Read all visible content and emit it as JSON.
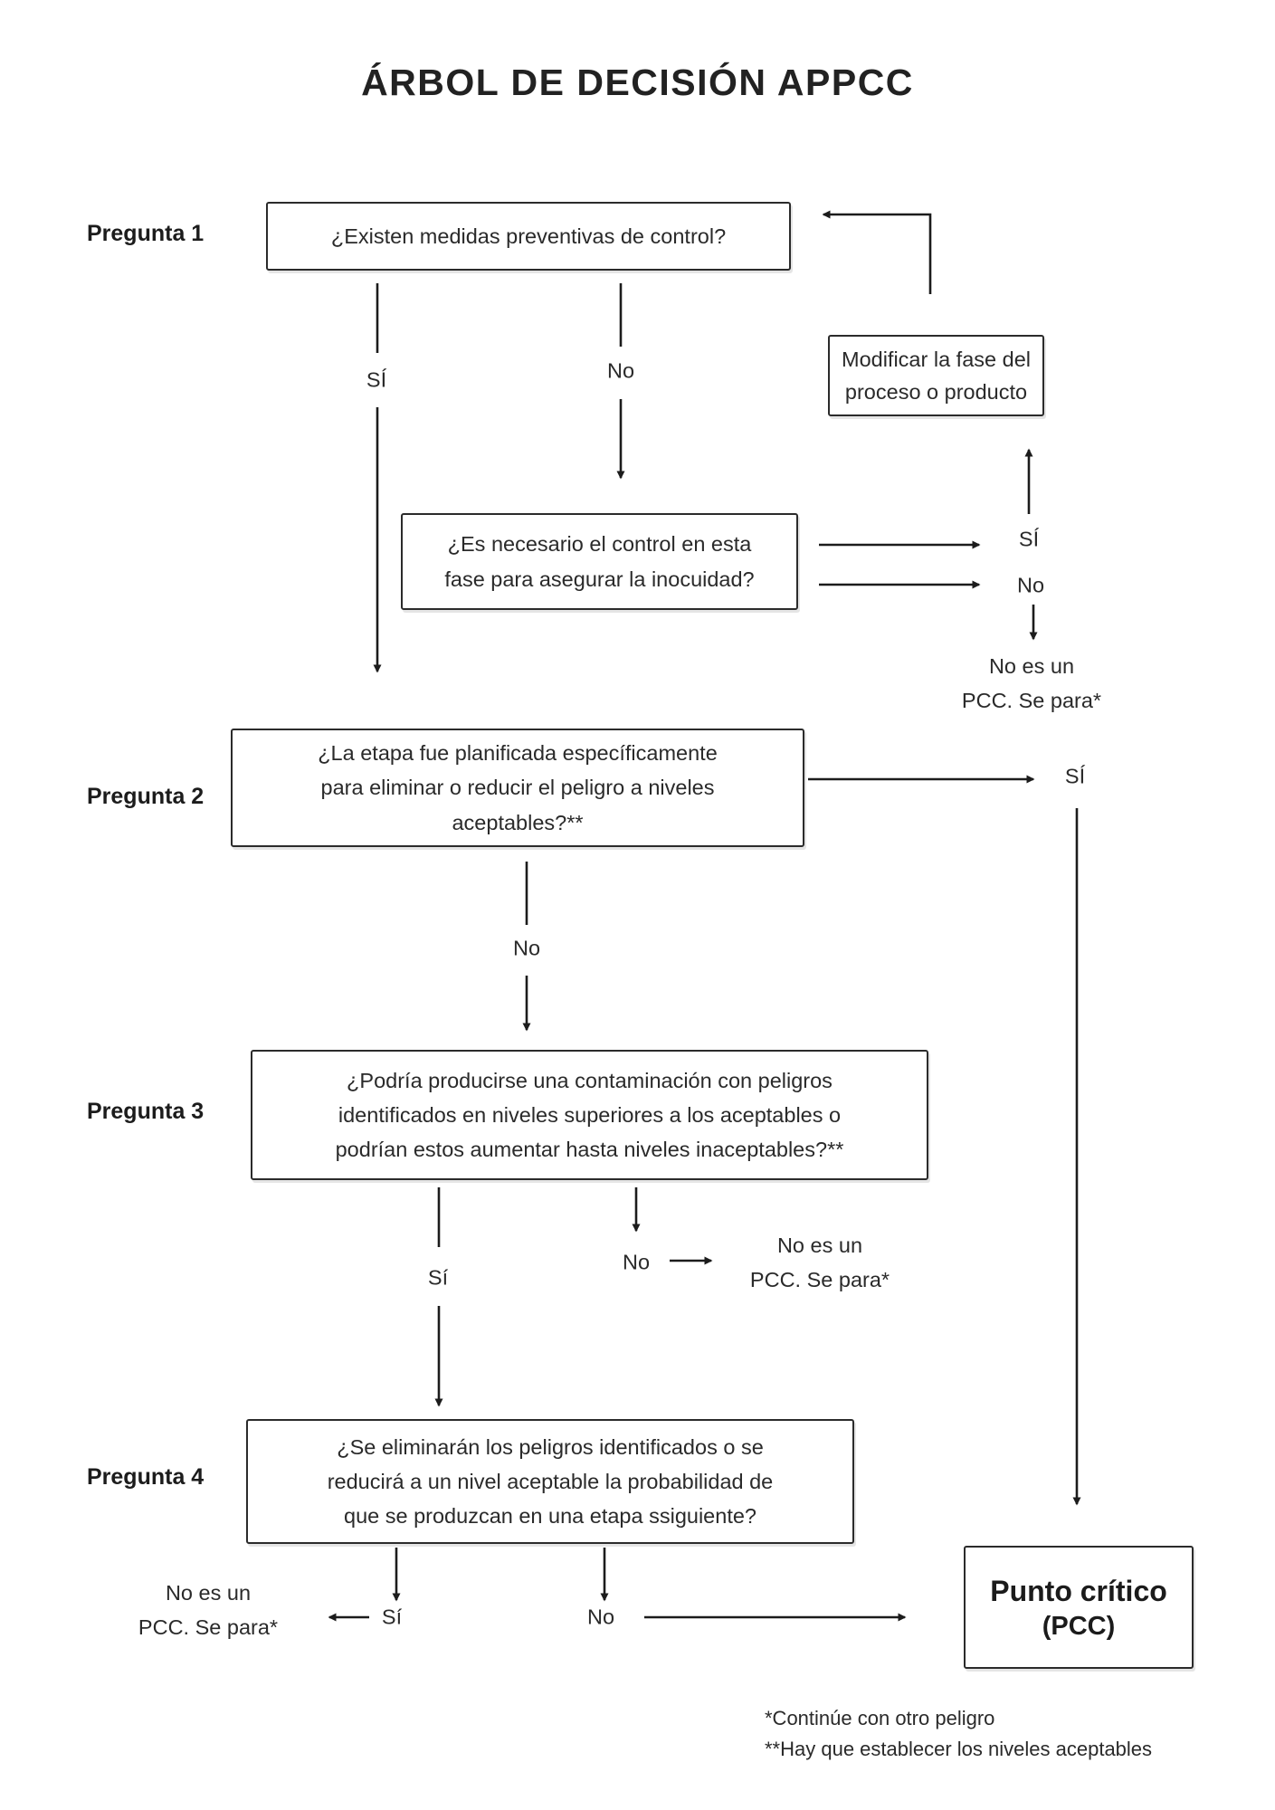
{
  "colors": {
    "ink": "#1f1f1f",
    "background": "#ffffff",
    "box_border": "#2b2b2b"
  },
  "title": "ÁRBOL DE DECISIÓN APPCC",
  "questions": {
    "q1": {
      "label": "Pregunta 1",
      "lines": [
        "¿Existen medidas preventivas de control?"
      ]
    },
    "q2": {
      "label": "Pregunta 2",
      "lines": [
        "¿La etapa fue planificada específicamente",
        "para eliminar o reducir el peligro a niveles",
        "aceptables?**"
      ]
    },
    "q3": {
      "label": "Pregunta 3",
      "lines": [
        "¿Podría producirse una contaminación con peligros",
        "identificados en niveles superiores a los aceptables o",
        "podrían estos aumentar hasta niveles inaceptables?**"
      ]
    },
    "q4": {
      "label": "Pregunta 4",
      "lines": [
        "¿Se eliminarán los peligros identificados o se",
        "reducirá a un nivel aceptable la probabilidad de",
        "que se produzcan en una etapa ssiguiente?"
      ]
    }
  },
  "boxes": {
    "modify": {
      "lines": [
        "Modificar la fase del",
        "proceso o producto"
      ]
    },
    "control": {
      "lines": [
        "¿Es necesario el control en esta",
        "fase para asegurar la inocuidad?"
      ]
    },
    "pcc": {
      "title": "Punto crítico",
      "subtitle": "(PCC)"
    },
    "stop": {
      "line1": "No es un",
      "line2": "PCC. Se para*"
    }
  },
  "answers": {
    "q1_yes": "SÍ",
    "q1_no": "No",
    "ctrl_yes": "SÍ",
    "ctrl_no": "No",
    "q2_yes": "SÍ",
    "q2_no": "No",
    "q3_yes": "Sí",
    "q3_no": "No",
    "q4_yes": "Sí",
    "q4_no": "No"
  },
  "footnotes": {
    "first": "*Continúe con otro peligro",
    "second": "**Hay que establecer los niveles aceptables"
  }
}
